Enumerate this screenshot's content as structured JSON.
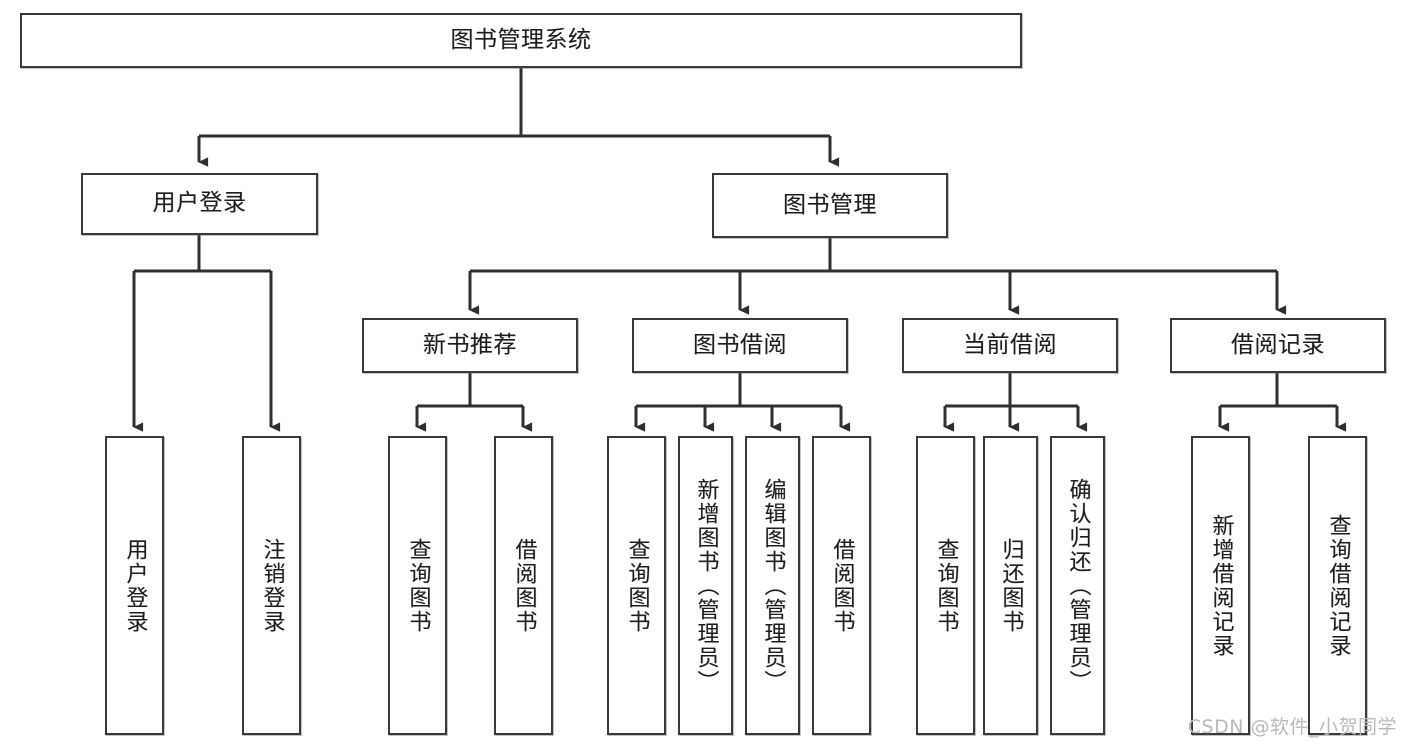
{
  "diagram": {
    "title": "图书管理系统",
    "type": "hierarchy-tree",
    "watermark": "CSDN @软件_小贺同学",
    "colors": {
      "box_border": "#3a3a3a",
      "box_fill": "#ffffff",
      "connector": "#2f2f2f",
      "text": "#1d1d1d",
      "watermark": "#b9b9b9"
    },
    "nodes": {
      "root": {
        "label": "图书管理系统",
        "level": 0,
        "orientation": "horizontal"
      },
      "level1": [
        {
          "id": "user-login",
          "label": "用户登录",
          "orientation": "horizontal"
        },
        {
          "id": "book-manage",
          "label": "图书管理",
          "orientation": "horizontal"
        }
      ],
      "level2": [
        {
          "id": "new-book-recommend",
          "label": "新书推荐",
          "orientation": "horizontal",
          "parent": "book-manage"
        },
        {
          "id": "book-borrow",
          "label": "图书借阅",
          "orientation": "horizontal",
          "parent": "book-manage"
        },
        {
          "id": "current-borrow",
          "label": "当前借阅",
          "orientation": "horizontal",
          "parent": "book-manage"
        },
        {
          "id": "borrow-record",
          "label": "借阅记录",
          "orientation": "horizontal",
          "parent": "book-manage"
        }
      ],
      "leaves": [
        {
          "id": "leaf-user-login",
          "label": "用户登录",
          "parent": "user-login",
          "orientation": "vertical"
        },
        {
          "id": "leaf-logout-login",
          "label": "注销登录",
          "parent": "user-login",
          "orientation": "vertical"
        },
        {
          "id": "leaf-query-book-1",
          "label": "查询图书",
          "parent": "new-book-recommend",
          "orientation": "vertical"
        },
        {
          "id": "leaf-borrow-book-1",
          "label": "借阅图书",
          "parent": "new-book-recommend",
          "orientation": "vertical"
        },
        {
          "id": "leaf-query-book-2",
          "label": "查询图书",
          "parent": "book-borrow",
          "orientation": "vertical"
        },
        {
          "id": "leaf-add-book",
          "label": "新增图书（管理员）",
          "parent": "book-borrow",
          "orientation": "vertical"
        },
        {
          "id": "leaf-edit-book",
          "label": "编辑图书（管理员）",
          "parent": "book-borrow",
          "orientation": "vertical"
        },
        {
          "id": "leaf-borrow-book-2",
          "label": "借阅图书",
          "parent": "book-borrow",
          "orientation": "vertical"
        },
        {
          "id": "leaf-query-book-3",
          "label": "查询图书",
          "parent": "current-borrow",
          "orientation": "vertical"
        },
        {
          "id": "leaf-return-book",
          "label": "归还图书",
          "parent": "current-borrow",
          "orientation": "vertical"
        },
        {
          "id": "leaf-confirm-return",
          "label": "确认归还（管理员）",
          "parent": "current-borrow",
          "orientation": "vertical"
        },
        {
          "id": "leaf-add-record",
          "label": "新增借阅记录",
          "parent": "borrow-record",
          "orientation": "vertical"
        },
        {
          "id": "leaf-query-record",
          "label": "查询借阅记录",
          "parent": "borrow-record",
          "orientation": "vertical"
        }
      ]
    }
  }
}
